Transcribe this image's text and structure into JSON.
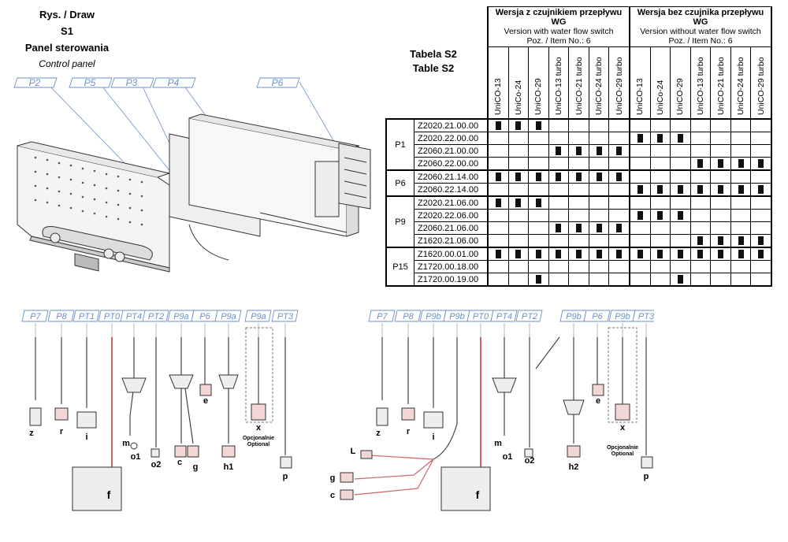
{
  "title": {
    "line1": "Rys. / Draw",
    "line2": "S1",
    "line3": "Panel sterowania",
    "line4": "Control panel"
  },
  "table_title": {
    "line1": "Tabela S2",
    "line2": "Table S2"
  },
  "panel_callouts": [
    "P2",
    "P5",
    "P3",
    "P4",
    "P6"
  ],
  "table": {
    "group_with": {
      "title": "Wersja z czujnikiem przepływu WG",
      "subtitle": "Version with water flow switch",
      "item": "Poz. / Item No.: 6"
    },
    "group_without": {
      "title": "Wersja bez czujnika przepływu WG",
      "subtitle": "Version without water flow switch",
      "item": "Poz. / Item No.: 6"
    },
    "models": [
      "UniCO-13",
      "UniCo-24",
      "UniCO-29",
      "UniCO-13 turbo",
      "UniCO-21 turbo",
      "UniCO-24 turbo",
      "UniCO-29 turbo"
    ],
    "rows": [
      {
        "pos": "P1",
        "code": "Z2020.21.00.00",
        "with": [
          1,
          1,
          1,
          0,
          0,
          0,
          0
        ],
        "without": [
          0,
          0,
          0,
          0,
          0,
          0,
          0
        ]
      },
      {
        "pos": "",
        "code": "Z2020.22.00.00",
        "with": [
          0,
          0,
          0,
          0,
          0,
          0,
          0
        ],
        "without": [
          1,
          1,
          1,
          0,
          0,
          0,
          0
        ]
      },
      {
        "pos": "",
        "code": "Z2060.21.00.00",
        "with": [
          0,
          0,
          0,
          1,
          1,
          1,
          1
        ],
        "without": [
          0,
          0,
          0,
          0,
          0,
          0,
          0
        ]
      },
      {
        "pos": "",
        "code": "Z2060.22.00.00",
        "with": [
          0,
          0,
          0,
          0,
          0,
          0,
          0
        ],
        "without": [
          0,
          0,
          0,
          1,
          1,
          1,
          1
        ]
      },
      {
        "pos": "P6",
        "code": "Z2060.21.14.00",
        "with": [
          1,
          1,
          1,
          1,
          1,
          1,
          1
        ],
        "without": [
          0,
          0,
          0,
          0,
          0,
          0,
          0
        ]
      },
      {
        "pos": "",
        "code": "Z2060.22.14.00",
        "with": [
          0,
          0,
          0,
          0,
          0,
          0,
          0
        ],
        "without": [
          1,
          1,
          1,
          1,
          1,
          1,
          1
        ]
      },
      {
        "pos": "P9",
        "code": "Z2020.21.06.00",
        "with": [
          1,
          1,
          1,
          0,
          0,
          0,
          0
        ],
        "without": [
          0,
          0,
          0,
          0,
          0,
          0,
          0
        ]
      },
      {
        "pos": "",
        "code": "Z2020.22.06.00",
        "with": [
          0,
          0,
          0,
          0,
          0,
          0,
          0
        ],
        "without": [
          1,
          1,
          1,
          0,
          0,
          0,
          0
        ]
      },
      {
        "pos": "",
        "code": "Z2060.21.06.00",
        "with": [
          0,
          0,
          0,
          1,
          1,
          1,
          1
        ],
        "without": [
          0,
          0,
          0,
          0,
          0,
          0,
          0
        ]
      },
      {
        "pos": "",
        "code": "Z1620.21.06.00",
        "with": [
          0,
          0,
          0,
          0,
          0,
          0,
          0
        ],
        "without": [
          0,
          0,
          0,
          1,
          1,
          1,
          1
        ]
      },
      {
        "pos": "P15",
        "code": "Z1620.00.01.00",
        "with": [
          1,
          1,
          1,
          1,
          1,
          1,
          1
        ],
        "without": [
          1,
          1,
          1,
          1,
          1,
          1,
          1
        ]
      },
      {
        "pos": "",
        "code": "Z1720.00.18.00",
        "with": [
          0,
          0,
          0,
          0,
          0,
          0,
          0
        ],
        "without": [
          0,
          0,
          0,
          0,
          0,
          0,
          0
        ]
      },
      {
        "pos": "",
        "code": "Z1720.00.19.00",
        "with": [
          0,
          0,
          1,
          0,
          0,
          0,
          0
        ],
        "without": [
          0,
          0,
          1,
          0,
          0,
          0,
          0
        ]
      }
    ],
    "groups": [
      {
        "pos": "P1",
        "rows": 4
      },
      {
        "pos": "P6",
        "rows": 2
      },
      {
        "pos": "P9",
        "rows": 4
      },
      {
        "pos": "P15",
        "rows": 3
      }
    ]
  },
  "left_harness": {
    "callouts": [
      "P7",
      "P8",
      "PT1",
      "PT0",
      "PT4",
      "PT2",
      "P9a",
      "P6",
      "P9a",
      "P9a",
      "PT3"
    ],
    "letters": [
      "z",
      "r",
      "i",
      "m",
      "o1",
      "o2",
      "c",
      "g",
      "e",
      "h1",
      "x",
      "p",
      "f"
    ],
    "optional": "Opcjonalnie",
    "optional_en": "Optional"
  },
  "right_harness": {
    "callouts": [
      "P7",
      "P8",
      "P9b",
      "P9b",
      "PT0",
      "PT4",
      "PT2",
      "P9b",
      "P6",
      "P9b",
      "PT3"
    ],
    "letters": [
      "z",
      "r",
      "i",
      "L",
      "g",
      "c",
      "m",
      "o1",
      "o2",
      "h2",
      "e",
      "x",
      "p",
      "f"
    ],
    "optional": "Opcjonalnie",
    "optional_en": "Optional"
  }
}
